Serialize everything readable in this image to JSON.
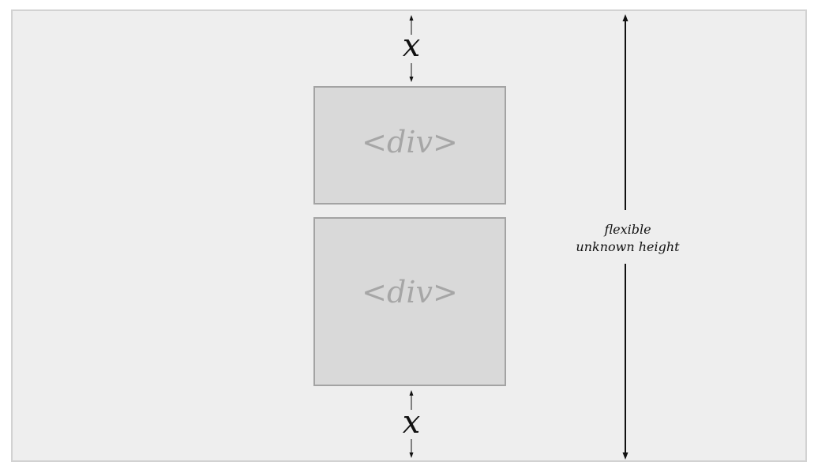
{
  "diagram": {
    "box_top": {
      "label": "<div>"
    },
    "box_bottom": {
      "label": "<div>"
    },
    "gap_top": {
      "label": "x"
    },
    "gap_bottom": {
      "label": "x"
    },
    "height_annotation": {
      "line1": "flexible",
      "line2": "unknown height"
    }
  },
  "colors": {
    "background": "#eeeeee",
    "frame_border": "#d2d2d2",
    "box_fill": "#d9d9d9",
    "box_border": "#a3a3a3",
    "box_text": "#a6a6a6",
    "ink": "#111111"
  }
}
